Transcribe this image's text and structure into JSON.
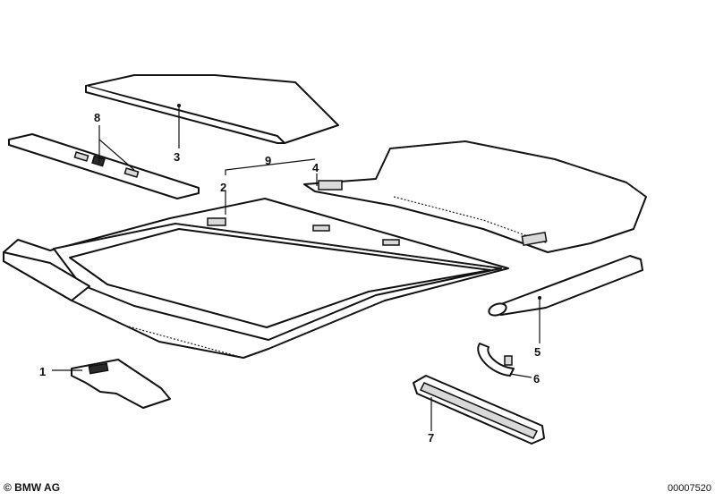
{
  "callouts": {
    "p1": "1",
    "p2": "2",
    "p3": "3",
    "p4": "4",
    "p5": "5",
    "p6": "6",
    "p7": "7",
    "p8": "8",
    "p9": "9"
  },
  "footer": {
    "copyright": "© BMW AG",
    "diagram_number": "00007520"
  }
}
